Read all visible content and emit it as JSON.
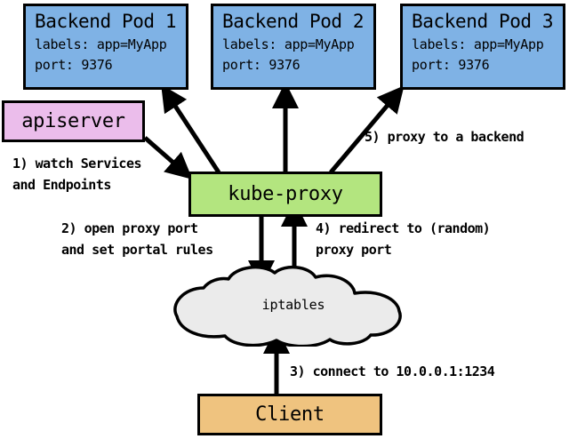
{
  "diagram": {
    "title_present": false,
    "colors": {
      "pod_fill": "#7FB2E5",
      "apiserver_fill": "#EBBDEB",
      "kubeproxy_fill": "#B3E57F",
      "cloud_fill": "#EBEBEB",
      "client_fill": "#EFC37F",
      "stroke": "#000000",
      "background": "#FFFFFF"
    },
    "pods": [
      {
        "title": "Backend Pod 1",
        "labels_line": "labels: app=MyApp",
        "port_line": "port: 9376"
      },
      {
        "title": "Backend Pod 2",
        "labels_line": "labels: app=MyApp",
        "port_line": "port: 9376"
      },
      {
        "title": "Backend Pod 3",
        "labels_line": "labels: app=MyApp",
        "port_line": "port: 9376"
      }
    ],
    "apiserver": {
      "label": "apiserver"
    },
    "kubeproxy": {
      "label": "kube-proxy"
    },
    "cloud": {
      "label": "iptables"
    },
    "client": {
      "label": "Client"
    },
    "steps": [
      {
        "id": "1",
        "text": "1) watch Services\nand Endpoints"
      },
      {
        "id": "2",
        "text": "2) open proxy port\nand set portal rules"
      },
      {
        "id": "3",
        "text": "3) connect to 10.0.0.1:1234"
      },
      {
        "id": "4",
        "text": "4) redirect to (random)\nproxy port"
      },
      {
        "id": "5",
        "text": "5) proxy to a backend"
      }
    ]
  }
}
